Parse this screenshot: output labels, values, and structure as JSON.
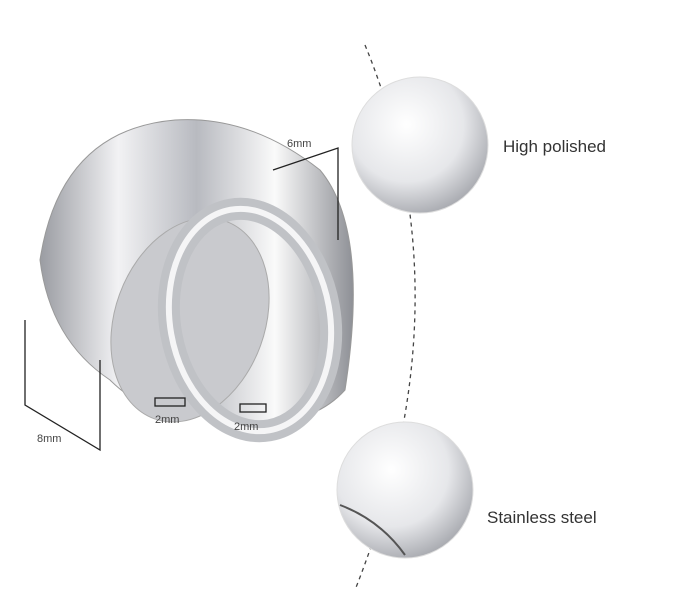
{
  "labels": {
    "ring_wide_width": "6mm",
    "ring_wide_height": "8mm",
    "thickness_left": "2mm",
    "thickness_right": "2mm",
    "feature_top": "High polished",
    "feature_bottom": "Stainless steel"
  },
  "colors": {
    "metal_light": "#f4f4f6",
    "metal_dark": "#8a8c92",
    "line": "#222222"
  }
}
